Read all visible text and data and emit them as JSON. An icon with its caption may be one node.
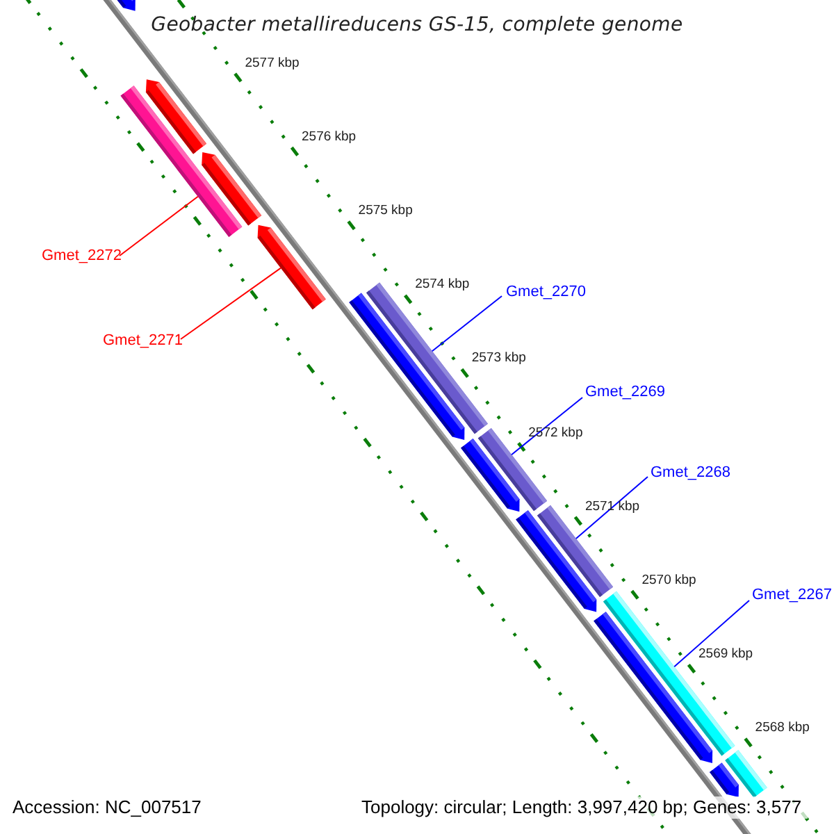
{
  "diagram": {
    "title": "Geobacter metallireducens GS-15, complete genome",
    "nodes": [
      {
        "text": [
          "Gmet_2272"
        ]
      },
      {
        "text": [
          "Gmet_2271"
        ]
      },
      {
        "text": [
          "Gmet_2270"
        ]
      },
      {
        "text": [
          "Gmet_2269"
        ]
      },
      {
        "text": [
          "Gmet_2268"
        ]
      },
      {
        "text": [
          "Gmet_2267"
        ]
      },
      {
        "text": [],
        "shape": "arrow"
      },
      {
        "text": [],
        "shape": "bar"
      },
      {
        "text": [],
        "shape": "arrow"
      },
      {
        "text": [],
        "shape": "arrow"
      },
      {
        "text": [],
        "shape": "arrow"
      },
      {
        "text": [],
        "shape": "arrow"
      },
      {
        "text": [],
        "shape": "bar"
      },
      {
        "text": [],
        "shape": "arrow"
      },
      {
        "text": [],
        "shape": "bar"
      },
      {
        "text": [],
        "shape": "arrow"
      },
      {
        "text": [],
        "shape": "bar"
      },
      {
        "text": [],
        "shape": "arrow"
      },
      {
        "text": [],
        "shape": "bar"
      },
      {
        "text": [],
        "shape": "arrow"
      },
      {
        "text": [],
        "shape": "bar"
      }
    ],
    "edges": [
      {
        "from": 0,
        "to": 7,
        "arrow": "none",
        "color": "#ff0000"
      },
      {
        "from": 1,
        "to": 10,
        "arrow": "none",
        "color": "#ff0000"
      },
      {
        "from": 2,
        "to": 12,
        "arrow": "none"
      },
      {
        "from": 3,
        "to": 14,
        "arrow": "none"
      },
      {
        "from": 4,
        "to": 16,
        "arrow": "none"
      },
      {
        "from": 5,
        "to": 18,
        "arrow": "none"
      }
    ],
    "labels": [
      "2577 kbp",
      "2576 kbp",
      "2575 kbp",
      "2574 kbp",
      "2573 kbp",
      "2572 kbp",
      "2571 kbp",
      "2570 kbp",
      "2569 kbp",
      "2568 kbp",
      "Accession: NC_007517",
      "Topology: circular; Length: 3,997,420 bp; Genes: 3,577"
    ]
  }
}
